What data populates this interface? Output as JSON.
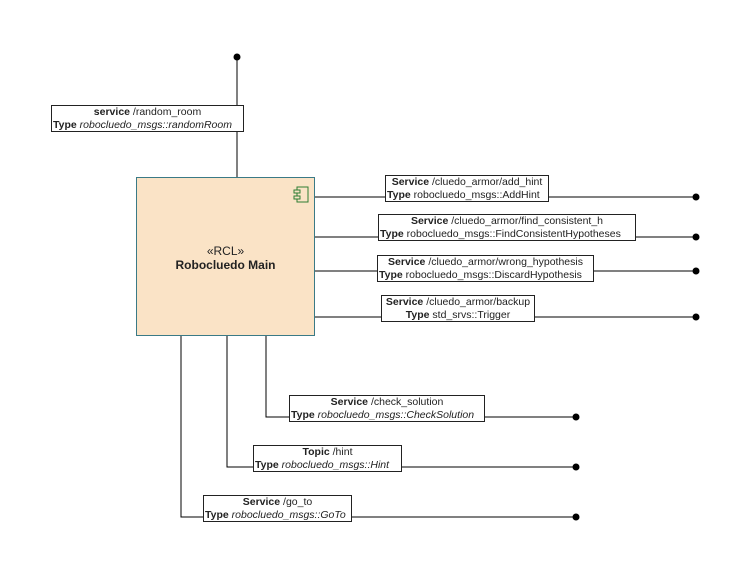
{
  "component": {
    "stereotype": "«RCL»",
    "name": "Robocluedo Main",
    "icon": "component-icon"
  },
  "interfaces": [
    {
      "id": "random-room",
      "kind": "service",
      "topic": "/random_room",
      "type_key": "Type",
      "type_value": "robocluedo_msgs::randomRoom",
      "type_italic": true
    },
    {
      "id": "add-hint",
      "kind": "Service",
      "topic": "/cluedo_armor/add_hint",
      "type_key": "Type",
      "type_value": "robocluedo_msgs::AddHint",
      "type_italic": false
    },
    {
      "id": "find-consistent",
      "kind": "Service",
      "topic": "/cluedo_armor/find_consistent_h",
      "type_key": "Type",
      "type_value": "robocluedo_msgs::FindConsistentHypotheses",
      "type_italic": false
    },
    {
      "id": "wrong-hypothesis",
      "kind": "Service",
      "topic": "/cluedo_armor/wrong_hypothesis",
      "type_key": "Type",
      "type_value": "robocluedo_msgs::DiscardHypothesis",
      "type_italic": false
    },
    {
      "id": "backup",
      "kind": "Service",
      "topic": "/cluedo_armor/backup",
      "type_key": "Type",
      "type_value": "std_srvs::Trigger",
      "type_italic": false
    },
    {
      "id": "check-solution",
      "kind": "Service",
      "topic": "/check_solution",
      "type_key": "Type",
      "type_value": "robocluedo_msgs::CheckSolution",
      "type_italic": true
    },
    {
      "id": "hint",
      "kind": "Topic",
      "topic": "/hint",
      "type_key": "Type",
      "type_value": "robocluedo_msgs::Hint",
      "type_italic": true
    },
    {
      "id": "go-to",
      "kind": "Service",
      "topic": "/go_to",
      "type_key": "Type",
      "type_value": "robocluedo_msgs::GoTo",
      "type_italic": true
    }
  ],
  "colors": {
    "component_fill": "#fae3c6",
    "component_border": "#3a7a86",
    "line": "#000000"
  }
}
